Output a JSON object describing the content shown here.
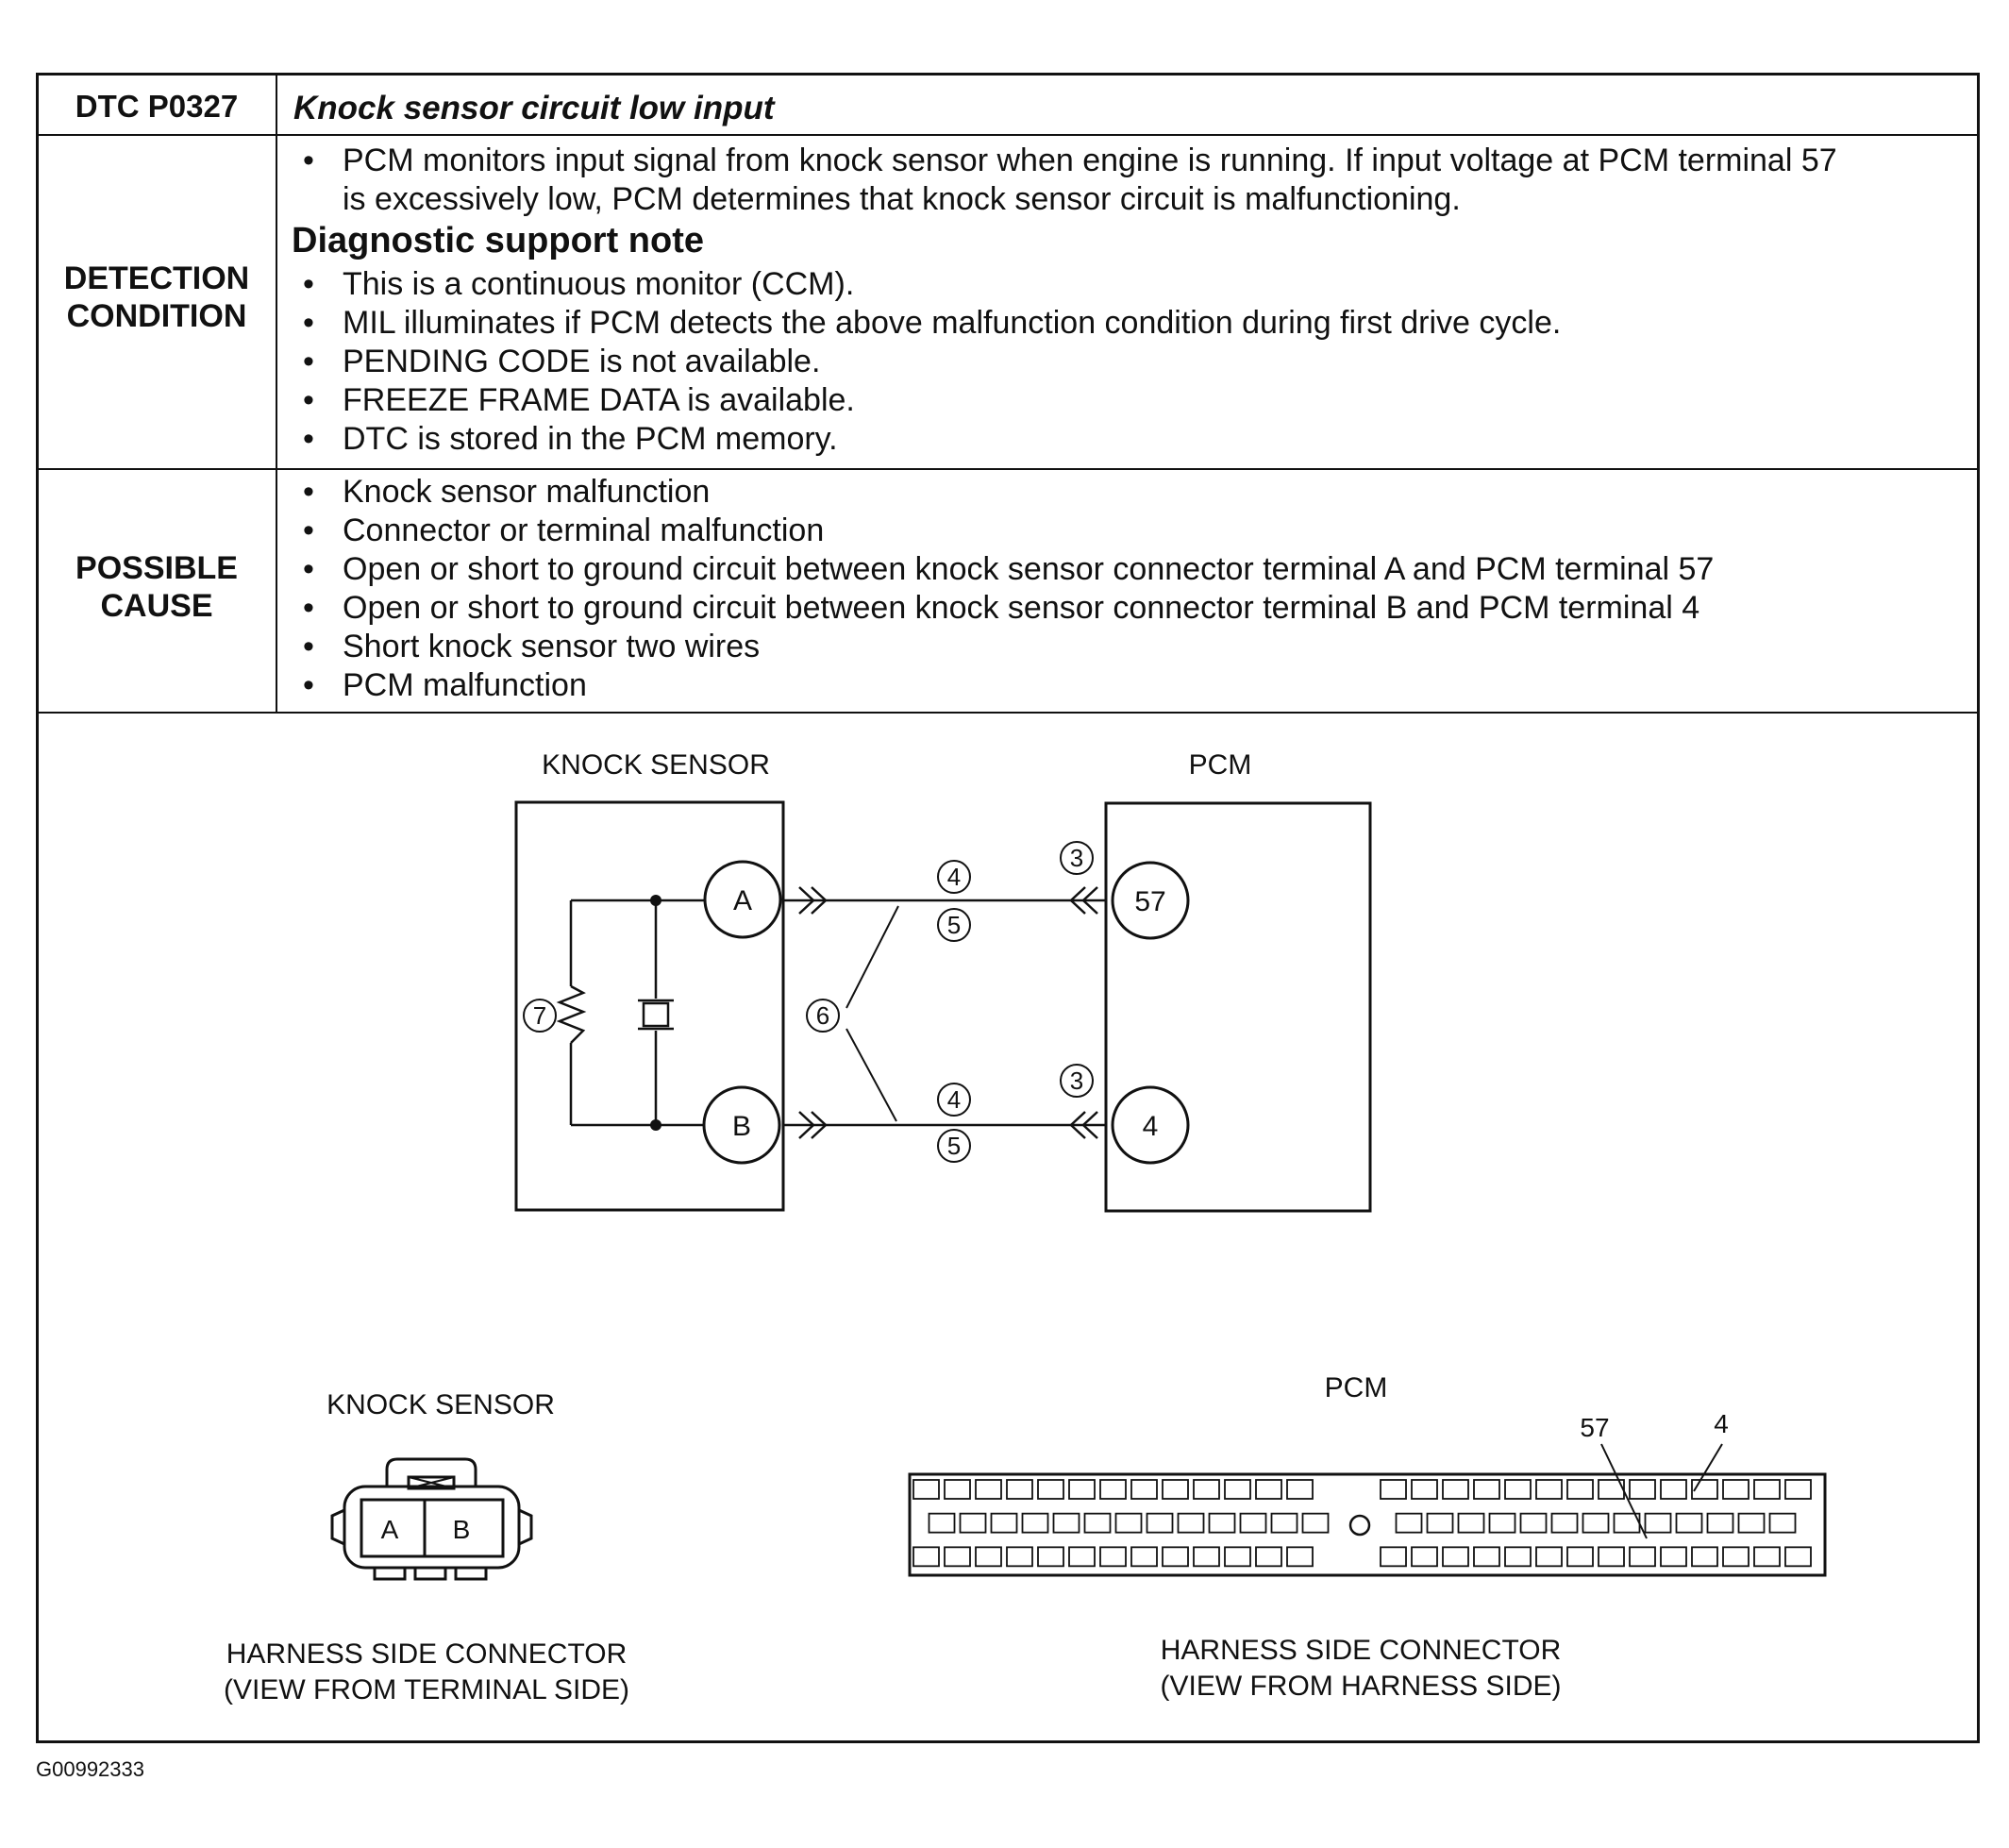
{
  "header": {
    "code_label": "DTC P0327",
    "title": "Knock sensor circuit low input"
  },
  "detection": {
    "label_line1": "DETECTION",
    "label_line2": "CONDITION",
    "intro_line1": "PCM monitors input signal from knock sensor when engine is running. If input voltage at PCM terminal 57",
    "intro_line2": "is excessively low, PCM determines that knock sensor circuit is malfunctioning.",
    "support_heading": "Diagnostic support note",
    "notes": [
      "This is a continuous monitor (CCM).",
      "MIL illuminates if PCM detects the above malfunction condition during first drive cycle.",
      "PENDING CODE is not available.",
      "FREEZE FRAME DATA is available.",
      "DTC is stored in the PCM memory."
    ]
  },
  "possible_cause": {
    "label_line1": "POSSIBLE",
    "label_line2": "CAUSE",
    "items": [
      "Knock sensor malfunction",
      "Connector or terminal malfunction",
      "Open or short to ground circuit between knock sensor connector terminal A and PCM terminal 57",
      "Open or short to ground circuit between knock sensor connector terminal B and PCM terminal 4",
      "Short knock sensor two wires",
      "PCM malfunction"
    ]
  },
  "wiring": {
    "sensor_title": "KNOCK SENSOR",
    "pcm_title": "PCM",
    "sensor_terminals": [
      "A",
      "B"
    ],
    "pcm_terminals": [
      "57",
      "4"
    ],
    "callouts": [
      "3",
      "4",
      "5",
      "6",
      "7"
    ]
  },
  "connectors": {
    "sensor_title": "KNOCK SENSOR",
    "sensor_pins": [
      "A",
      "B"
    ],
    "sensor_caption_line1": "HARNESS SIDE CONNECTOR",
    "sensor_caption_line2": "(VIEW FROM TERMINAL SIDE)",
    "pcm_title": "PCM",
    "pcm_pin_labels": [
      "57",
      "4"
    ],
    "pcm_caption_line1": "HARNESS SIDE CONNECTOR",
    "pcm_caption_line2": "(VIEW FROM HARNESS SIDE)"
  },
  "figure_id": "G00992333"
}
